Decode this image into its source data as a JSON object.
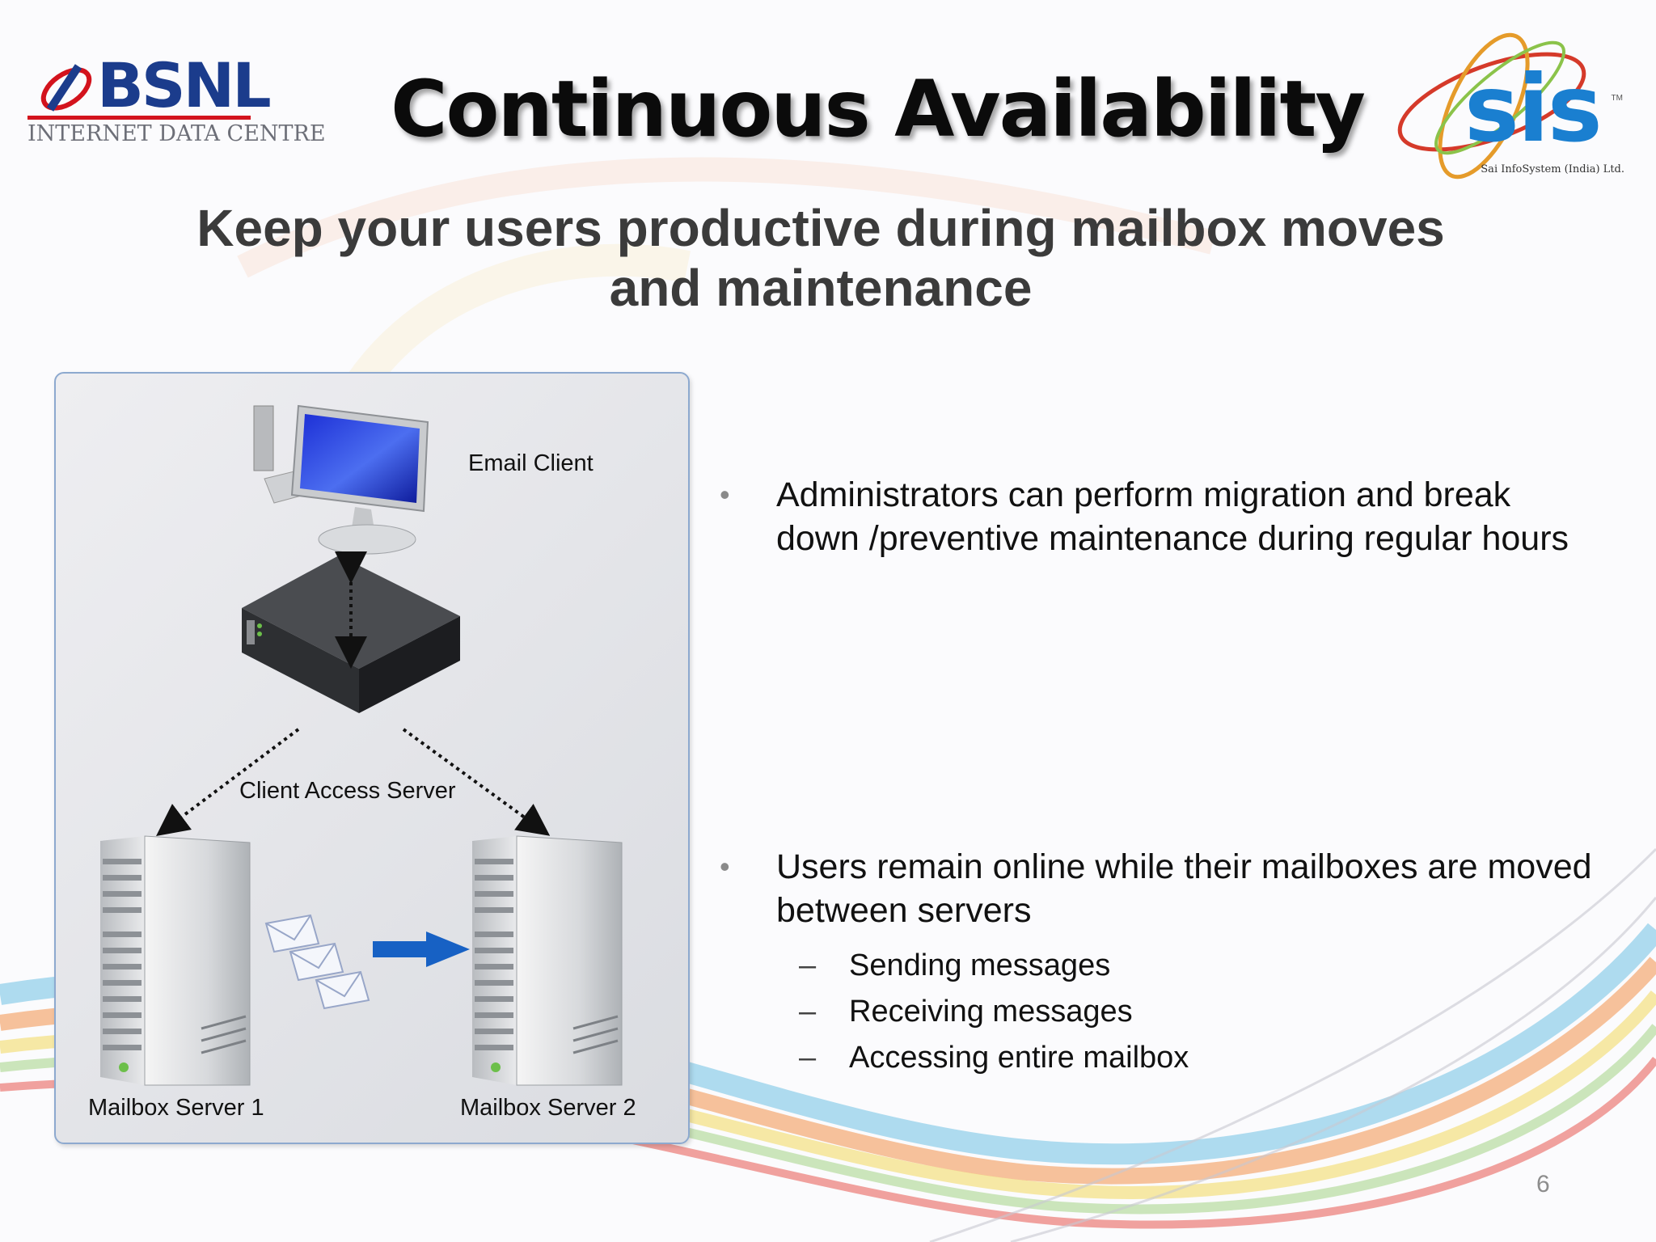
{
  "slide": {
    "title": "Continuous Availability",
    "subtitle_line1": "Keep your users productive during mailbox moves",
    "subtitle_line2": "and maintenance",
    "page_number": "6"
  },
  "logos": {
    "left_brand": "BSNL",
    "left_caption": "INTERNET DATA CENTRE",
    "right_brand": "sis",
    "right_tm": "TM",
    "right_caption": "Sai InfoSystem (India) Ltd."
  },
  "diagram": {
    "email_client_label": "Email Client",
    "cas_label": "Client Access Server",
    "mailbox1_label": "Mailbox Server 1",
    "mailbox2_label": "Mailbox Server 2"
  },
  "bullets": [
    {
      "text": "Administrators can perform migration and break down /preventive maintenance during regular hours",
      "subitems": []
    },
    {
      "text": "Users remain online while their mailboxes are moved between servers",
      "subitems": [
        "Sending messages",
        "Receiving messages",
        "Accessing entire mailbox"
      ]
    }
  ],
  "colors": {
    "title": "#0b0b0b",
    "subtitle": "#3b3b3b",
    "bsnl_blue": "#1b3c8c",
    "bsnl_red": "#d3131d",
    "sis_blue": "#1a7fd0",
    "arrow_blue": "#1761c4"
  },
  "icons": [
    "computer-monitor-icon",
    "rack-server-icon",
    "tower-server-icon",
    "envelope-icon",
    "right-arrow-icon"
  ]
}
